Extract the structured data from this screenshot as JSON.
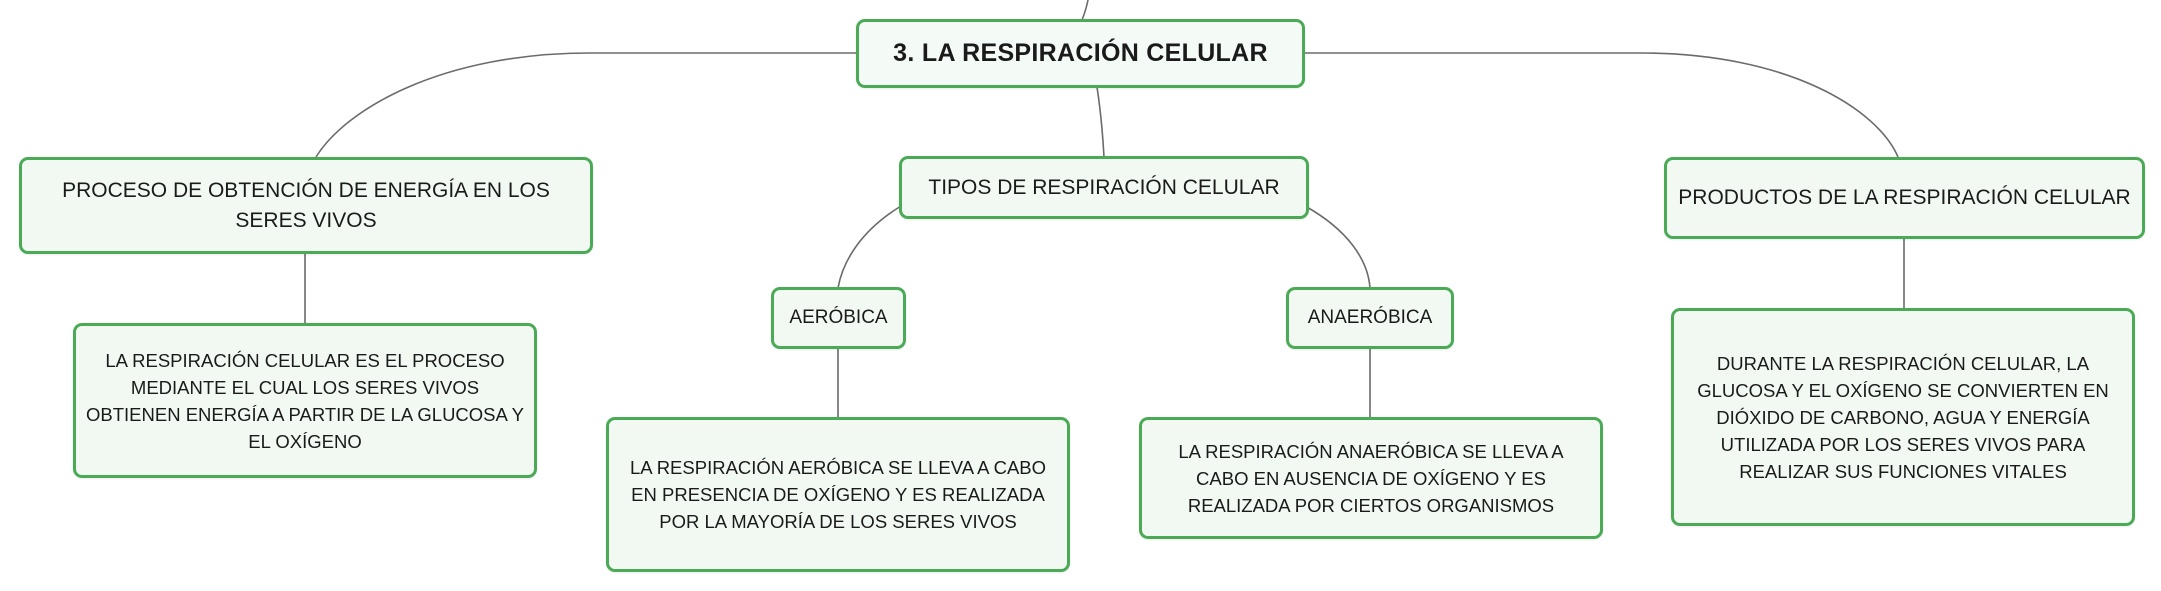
{
  "root": {
    "title": "3. LA RESPIRACIÓN CELULAR"
  },
  "branches": {
    "process": {
      "label": "PROCESO DE OBTENCIÓN DE ENERGÍA EN LOS SERES VIVOS",
      "description": "LA RESPIRACIÓN CELULAR ES EL PROCESO MEDIANTE EL CUAL LOS SERES VIVOS OBTIENEN ENERGÍA A PARTIR DE LA GLUCOSA Y EL OXÍGENO"
    },
    "types": {
      "label": "TIPOS DE RESPIRACIÓN CELULAR",
      "aerobic": {
        "label": "AERÓBICA",
        "description": "LA RESPIRACIÓN AERÓBICA SE LLEVA A CABO EN PRESENCIA DE OXÍGENO Y ES REALIZADA POR LA MAYORÍA DE LOS SERES VIVOS"
      },
      "anaerobic": {
        "label": "ANAERÓBICA",
        "description": "LA RESPIRACIÓN ANAERÓBICA SE LLEVA A CABO EN AUSENCIA DE OXÍGENO Y ES REALIZADA POR CIERTOS ORGANISMOS"
      }
    },
    "products": {
      "label": "PRODUCTOS DE LA RESPIRACIÓN CELULAR",
      "description": "DURANTE LA RESPIRACIÓN CELULAR, LA GLUCOSA Y EL OXÍGENO SE CONVIERTEN EN DIÓXIDO DE CARBONO, AGUA Y ENERGÍA UTILIZADA POR LOS SERES VIVOS PARA REALIZAR SUS FUNCIONES VITALES"
    }
  },
  "colors": {
    "node_border": "#4aaa56",
    "node_fill": "#f2f9f3",
    "connector": "#666666"
  }
}
